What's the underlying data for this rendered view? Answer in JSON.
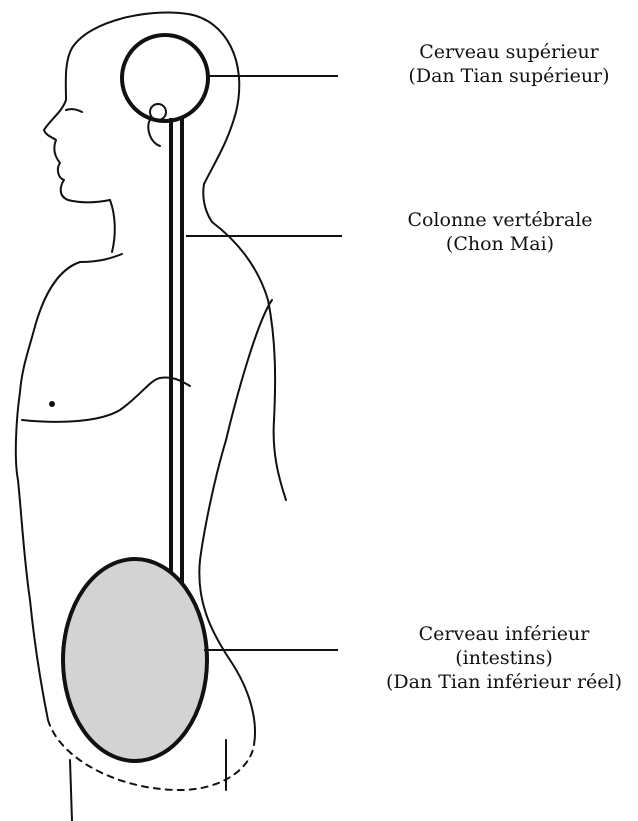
{
  "labels": {
    "upper_brain": [
      "Cerveau supérieur",
      "(Dan Tian supérieur)"
    ],
    "spine": [
      "Colonne vertébrale",
      "(Chon Mai)"
    ],
    "lower_brain": [
      "Cerveau inférieur",
      "(intestins)",
      "(Dan Tian inférieur réel)"
    ]
  },
  "colors": {
    "line": "#111111",
    "fill": "#d3d3d3",
    "background": "#ffffff"
  }
}
